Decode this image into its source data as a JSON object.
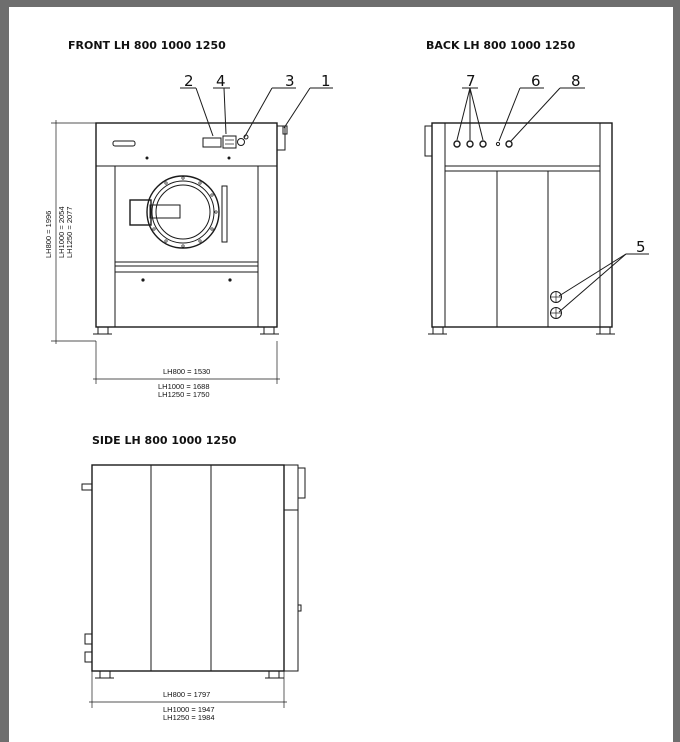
{
  "views": {
    "front": {
      "title": "FRONT LH 800  1000  1250",
      "callouts": [
        "2",
        "4",
        "3",
        "1"
      ],
      "height_dims": [
        "LH800 = 1996",
        "LH1000 = 2054",
        "LH1250 = 2077"
      ],
      "width_dims": [
        "LH800 = 1530",
        "LH1000 = 1688",
        "LH1250 = 1750"
      ]
    },
    "back": {
      "title": "BACK LH 800  1000  1250",
      "callouts": [
        "7",
        "6",
        "8",
        "5"
      ]
    },
    "side": {
      "title": "SIDE LH 800  1000  1250",
      "depth_dims": [
        "LH800 = 1797",
        "LH1000 = 1947",
        "LH1250 = 1984"
      ]
    }
  }
}
